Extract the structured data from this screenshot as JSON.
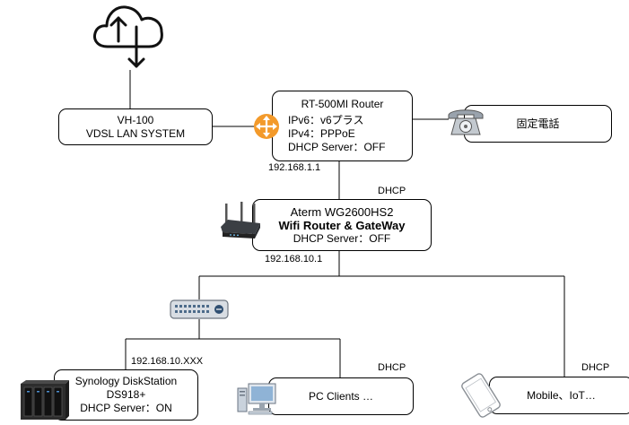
{
  "diagram": {
    "vh100": {
      "line1": "VH-100",
      "line2": "VDSL LAN SYSTEM"
    },
    "router": {
      "title": "RT-500MI Router",
      "ipv6": "IPv6：v6プラス",
      "ipv4": "IPv4：PPPoE",
      "dhcp": "DHCP Server：OFF",
      "ip": "192.168.1.1"
    },
    "phone": {
      "label": "固定電話"
    },
    "aterm": {
      "title": "Aterm WG2600HS2",
      "role": "Wifi Router & GateWay",
      "dhcp": "DHCP Server：OFF",
      "ip": "192.168.10.1",
      "dhcp_tag": "DHCP"
    },
    "nas": {
      "line1": "Synology DiskStation",
      "line2": "DS918+",
      "line3": "DHCP Server：ON",
      "ip": "192.168.10.XXX"
    },
    "pc": {
      "label": "PC Clients …",
      "dhcp_tag": "DHCP"
    },
    "mobile": {
      "label": "Mobile、IoT…",
      "dhcp_tag": "DHCP"
    }
  },
  "icons": [
    "cloud-upload-download-icon",
    "router-arrows-icon",
    "telephone-icon",
    "wifi-router-icon",
    "network-switch-icon",
    "nas-icon",
    "desktop-pc-icon",
    "mobile-device-icon"
  ]
}
